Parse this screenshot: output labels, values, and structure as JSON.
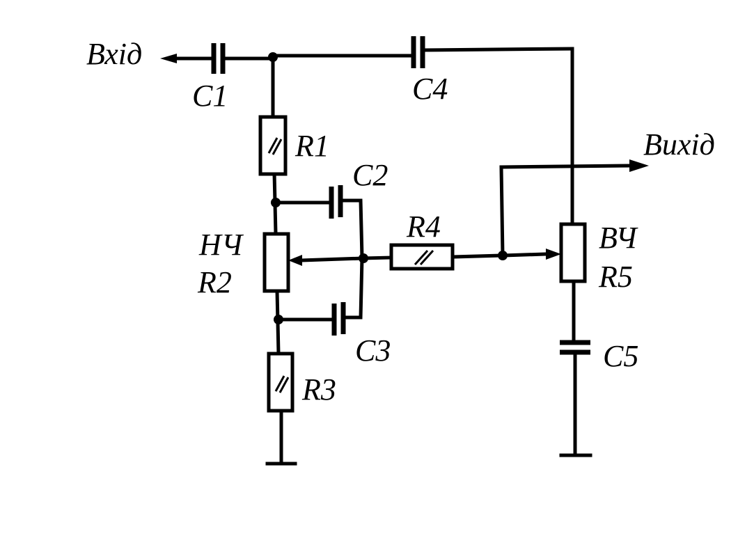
{
  "labels": {
    "input": "Вхід",
    "output": "Вихід",
    "c1": "C1",
    "c2": "C2",
    "c3": "C3",
    "c4": "C4",
    "c5": "C5",
    "r1": "R1",
    "r2": "R2",
    "r3": "R3",
    "r4": "R4",
    "r5": "R5",
    "low_freq": "НЧ",
    "high_freq": "ВЧ"
  }
}
